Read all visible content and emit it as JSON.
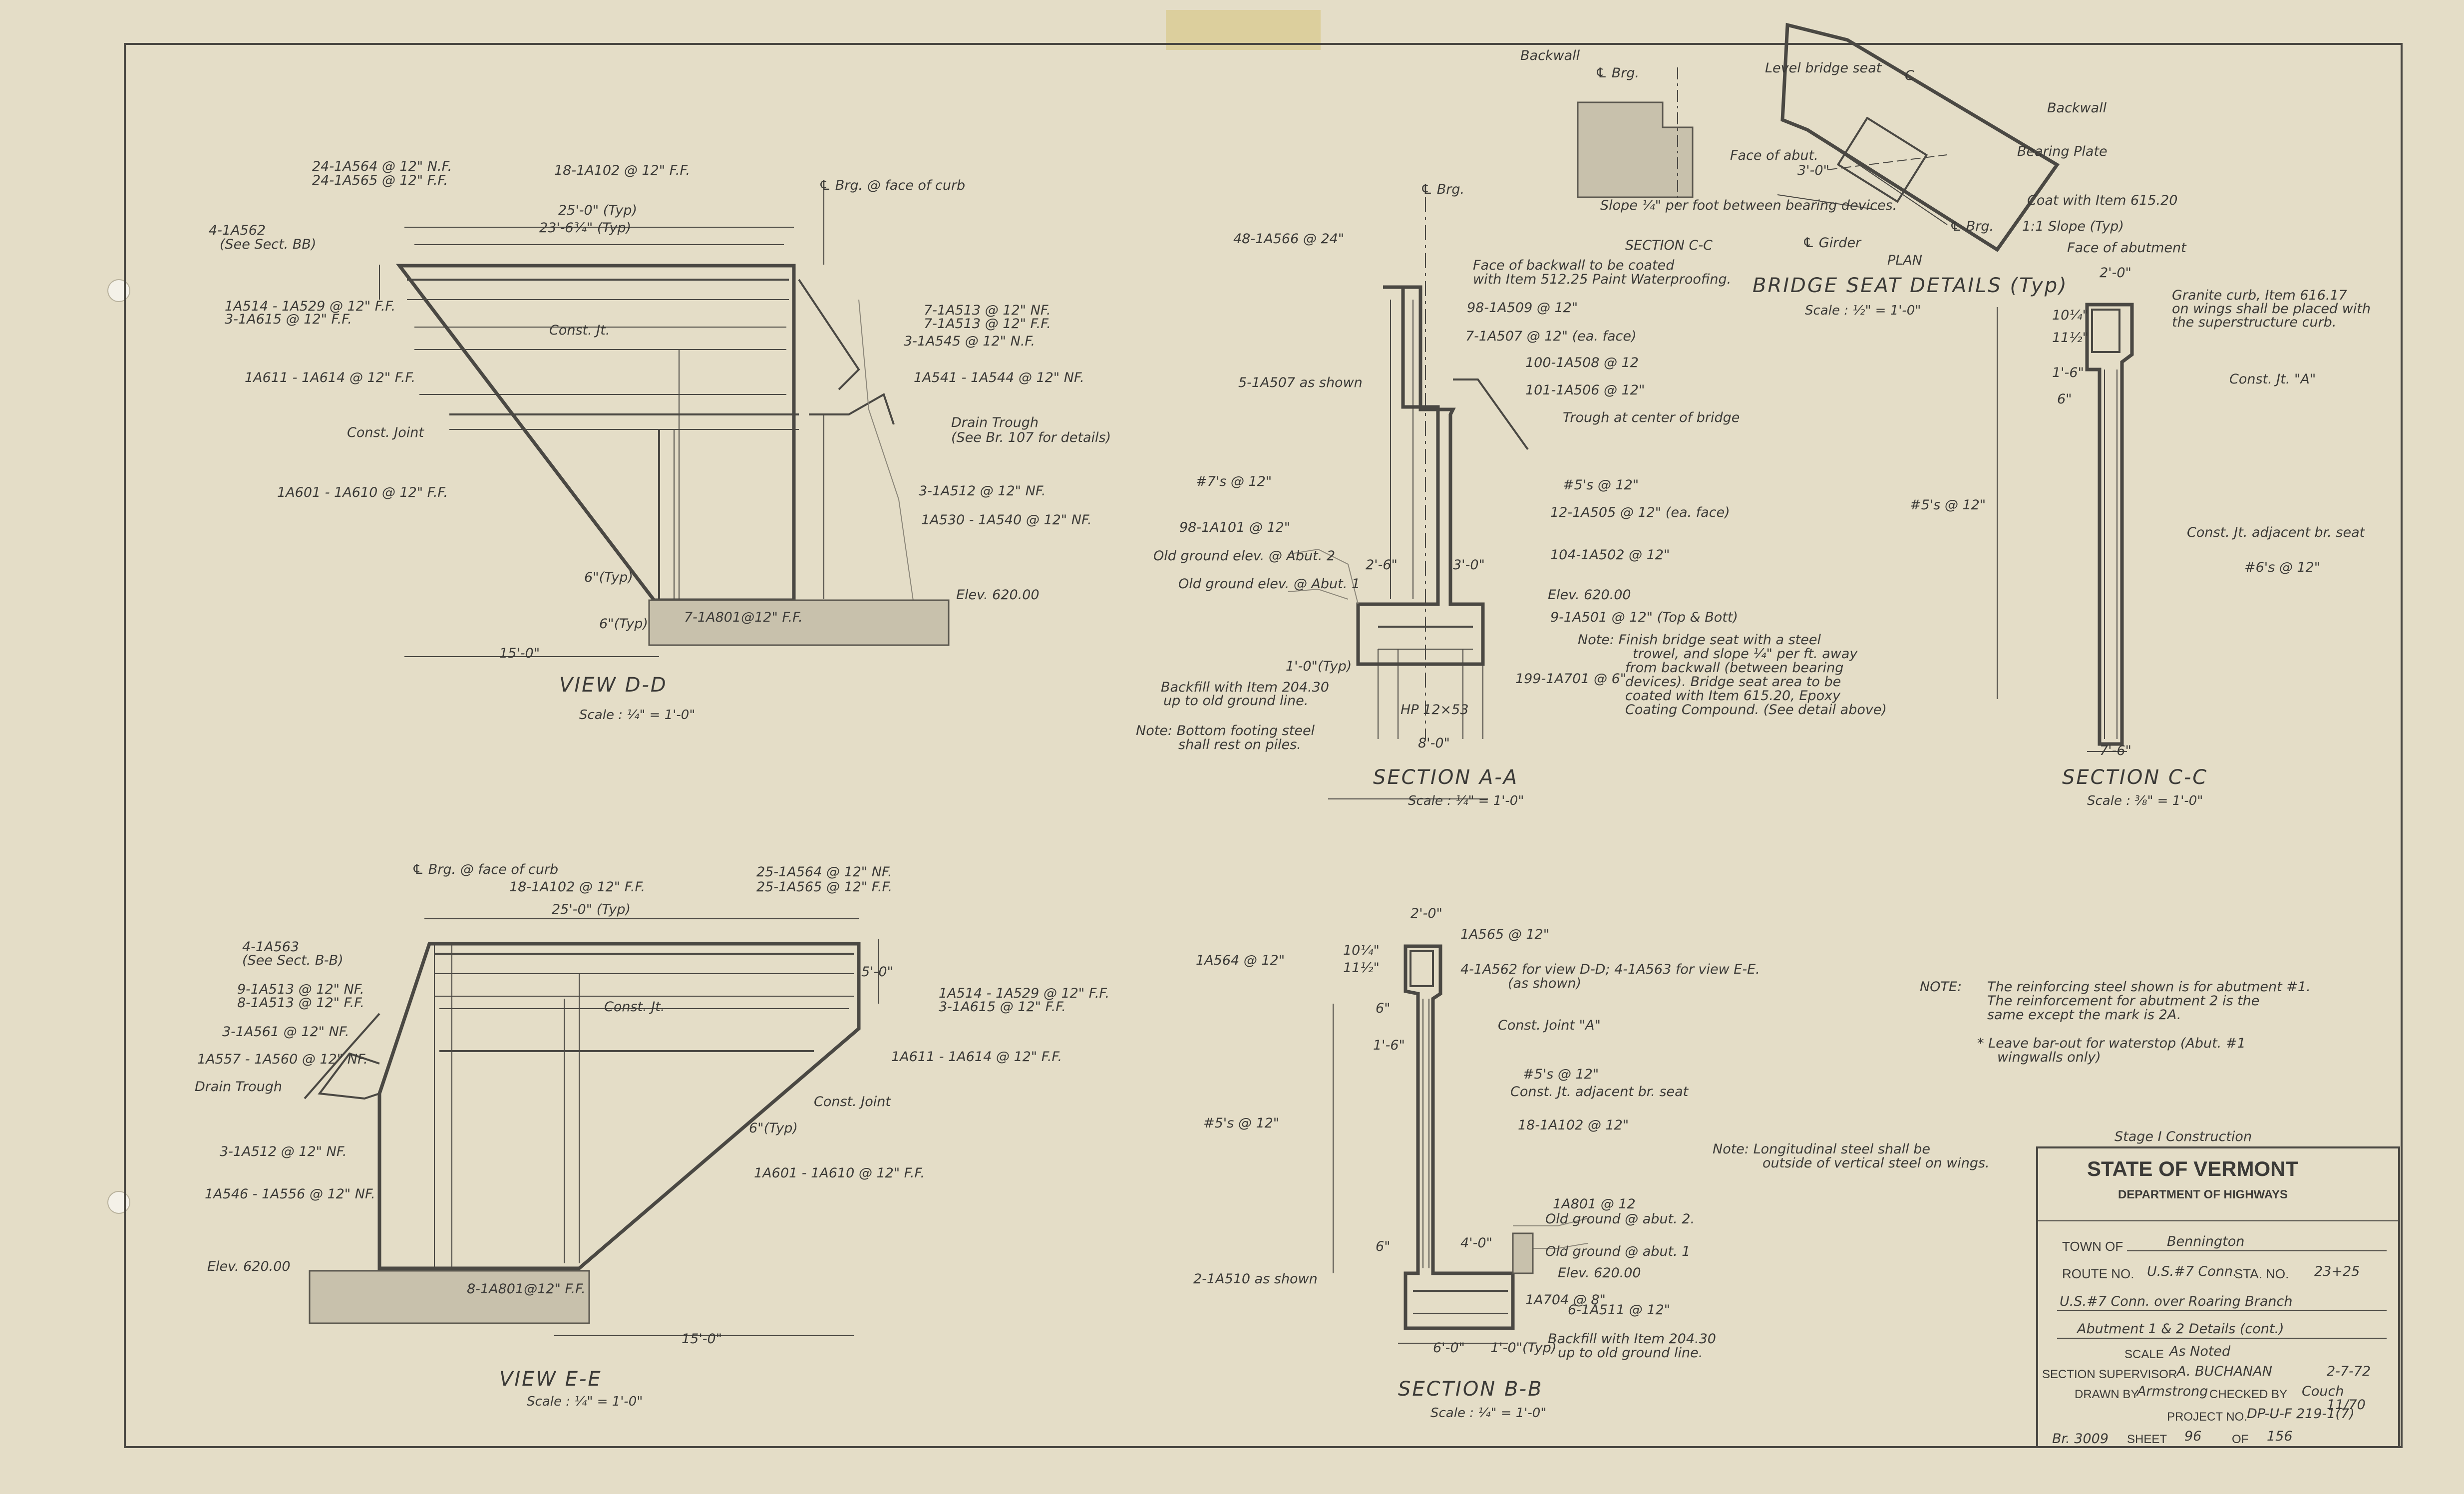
{
  "views": {
    "dd": {
      "title": "VIEW D-D",
      "scale": "Scale : ¼\" = 1'-0\"",
      "labels": [
        "24-1A564 @ 12\" N.F.",
        "24-1A565 @ 12\" F.F.",
        "18-1A102 @ 12\" F.F.",
        "℄ Brg. @ face of curb",
        "4-1A562",
        "(See Sect. BB)",
        "25'-0\" (Typ)",
        "23'-6¾\" (Typ)",
        "1A514 - 1A529 @ 12\" F.F.",
        "3-1A615 @ 12\" F.F.",
        "Const. Jt.",
        "7-1A513 @ 12\" NF.",
        "7-1A513 @ 12\" F.F.",
        "3-1A545 @ 12\" N.F.",
        "1A611 - 1A614 @ 12\" F.F.",
        "1A541 - 1A544 @ 12\" NF.",
        "Const. Joint",
        "Drain Trough",
        "(See Br. 107 for details)",
        "1A601 - 1A610 @ 12\" F.F.",
        "3-1A512 @ 12\" NF.",
        "1A530 - 1A540 @ 12\" NF.",
        "6\"(Typ)",
        "6\"(Typ)",
        "7-1A801@12\" F.F.",
        "Elev. 620.00",
        "15'-0\""
      ]
    },
    "aa": {
      "title": "SECTION A-A",
      "scale": "Scale : ¼\" = 1'-0\"",
      "labels": [
        "℄ Brg.",
        "48-1A566 @ 24\"",
        "Face of backwall to be coated",
        "with Item 512.25 Paint Waterproofing.",
        "98-1A509 @ 12\"",
        "7-1A507 @ 12\" (ea. face)",
        "100-1A508 @ 12",
        "101-1A506 @ 12\"",
        "Trough at center of bridge",
        "5-1A507 as shown",
        "#7's @ 12\"",
        "#5's @ 12\"",
        "12-1A505 @ 12\" (ea. face)",
        "98-1A101 @ 12\"",
        "104-1A502 @ 12\"",
        "Old ground elev. @ Abut. 2",
        "Old ground elev. @ Abut. 1",
        "Elev. 620.00",
        "9-1A501 @ 12\" (Top & Bott)",
        "199-1A701 @ 6\"",
        "Backfill with Item 204.30",
        "up to old ground line.",
        "Note: Bottom footing steel",
        "shall rest on piles.",
        "HP 12×53",
        "2'-6\"",
        "3'-0\"",
        "8'-0\"",
        "1'-0\"(Typ)"
      ],
      "note": [
        "Note: Finish bridge seat with a steel",
        "trowel, and slope ¼\" per ft. away",
        "from backwall (between bearing",
        "devices). Bridge seat area to be",
        "coated with Item 615.20, Epoxy",
        "Coating Compound. (See detail above)"
      ]
    },
    "seat": {
      "title": "BRIDGE SEAT DETAILS (Typ)",
      "scale": "Scale : ½\" = 1'-0\"",
      "sub_section": "SECTION C-C",
      "sub_plan": "PLAN",
      "labels": [
        "Backwall",
        "℄ Brg.",
        "Level bridge seat",
        "C",
        "Face of abut.",
        "Slope ¼\" per foot between bearing devices.",
        "℄ Girder",
        "Backwall",
        "Bearing Plate",
        "Coat with Item 615.20",
        "1:1 Slope (Typ)",
        "Face of abutment",
        "℄ Brg.",
        "3'-0\""
      ]
    },
    "cc": {
      "title": "SECTION C-C",
      "scale": "Scale : ⅜\" = 1'-0\"",
      "labels": [
        "2'-0\"",
        "Granite curb, Item 616.17",
        "on wings shall be placed with",
        "the superstructure curb.",
        "Const. Jt. \"A\"",
        "#5's @ 12\"",
        "6\"",
        "Const. Jt. adjacent br. seat",
        "#6's @ 12\"",
        "7'-6\"",
        "10¼\"",
        "11½\"",
        "1'-6\""
      ]
    },
    "ee": {
      "title": "VIEW E-E",
      "scale": "Scale : ¼\" = 1'-0\"",
      "labels": [
        "℄ Brg. @ face of curb",
        "18-1A102 @ 12\" F.F.",
        "25-1A564 @ 12\" NF.",
        "25-1A565 @ 12\" F.F.",
        "25'-0\" (Typ)",
        "4-1A563",
        "(See Sect. B-B)",
        "9-1A513 @ 12\" NF.",
        "8-1A513 @ 12\" F.F.",
        "Const. Jt.",
        "1A514 - 1A529 @ 12\" F.F.",
        "3-1A615 @ 12\" F.F.",
        "3-1A561 @ 12\" NF.",
        "1A557 - 1A560 @ 12\" NF.",
        "1A611 - 1A614 @ 12\" F.F.",
        "Drain Trough",
        "Const. Joint",
        "6\"(Typ)",
        "3-1A512 @ 12\" NF.",
        "1A601 - 1A610 @ 12\" F.F.",
        "1A546 - 1A556 @ 12\" NF.",
        "Elev. 620.00",
        "8-1A801@12\" F.F.",
        "15'-0\"",
        "5'-0\""
      ]
    },
    "bb": {
      "title": "SECTION B-B",
      "scale": "Scale : ¼\" = 1'-0\"",
      "labels": [
        "1A564 @ 12\"",
        "2'-0\"",
        "1A565 @ 12\"",
        "4-1A562 for view D-D; 4-1A563 for view E-E.",
        "(as shown)",
        "Const. Joint \"A\"",
        "#5's @ 12\"",
        "Const. Jt. adjacent br. seat",
        "18-1A102 @ 12\"",
        "#5's @ 12\"",
        "1A801 @ 12",
        "Old ground @ abut. 2.",
        "Old ground @ abut. 1",
        "Elev. 620.00",
        "1A704 @ 8\"",
        "6-1A511 @ 12\"",
        "2-1A510 as shown",
        "Backfill with Item 204.30",
        "up to old ground line.",
        "6'-0\"",
        "1'-0\"(Typ)",
        "4'-0\"",
        "6\"",
        "1'-6\"",
        "6\"",
        "10¼\"",
        "11½\""
      ]
    }
  },
  "notes": {
    "longitudinal": [
      "Note: Longitudinal steel shall be",
      "outside of vertical steel on wings."
    ],
    "main_label": "NOTE:",
    "main": [
      "The reinforcing steel shown is for abutment #1.",
      "The reinforcement for abutment 2 is the",
      "same except the mark is 2A."
    ],
    "star": [
      "* Leave bar-out for waterstop (Abut. #1",
      "wingwalls only)"
    ]
  },
  "title_block": {
    "stage": "Stage I Construction",
    "state": "STATE OF VERMONT",
    "dept": "DEPARTMENT OF HIGHWAYS",
    "town_label": "TOWN OF",
    "town": "Bennington",
    "route_label": "ROUTE NO.",
    "route": "U.S.#7 Conn.",
    "sta_label": "STA. NO.",
    "sta": "23+25",
    "desc1": "U.S.#7 Conn. over Roaring Branch",
    "desc2": "Abutment 1 & 2 Details (cont.)",
    "scale_label": "SCALE",
    "scale": "As Noted",
    "supervisor_label": "SECTION SUPERVISOR",
    "supervisor": "A. BUCHANAN",
    "supervisor_date": "2-7-72",
    "drawn_label": "DRAWN BY",
    "drawn": "Armstrong",
    "checked_label": "CHECKED BY",
    "checked": "Couch",
    "checked_date": "11/70",
    "project_label": "PROJECT NO.",
    "project": "DP-U-F 219-1(7)",
    "sheet_label": "SHEET",
    "sheet": "96",
    "of_label": "OF",
    "of": "156",
    "br": "Br. 3009"
  }
}
